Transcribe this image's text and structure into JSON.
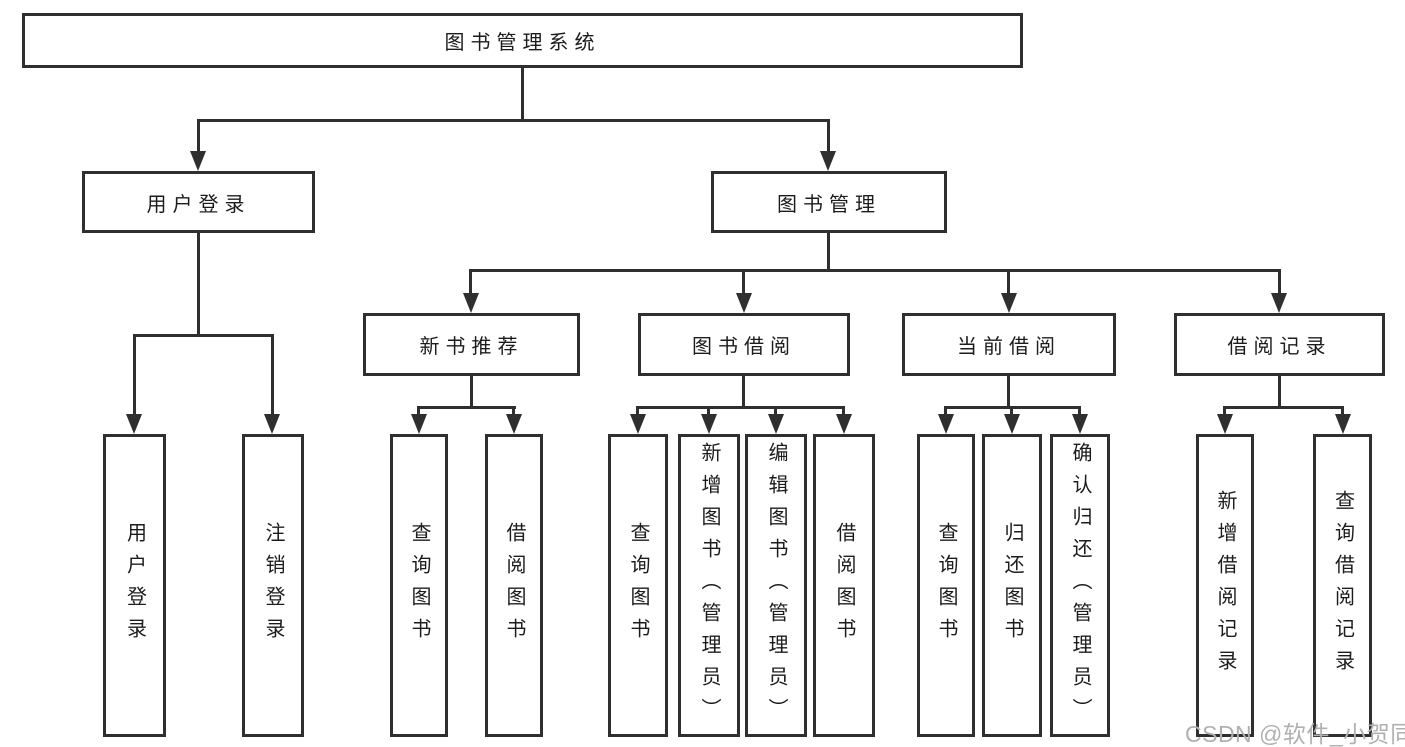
{
  "diagram": {
    "root": {
      "label": "图书管理系统"
    },
    "branches": [
      {
        "label": "用户登录",
        "children": [
          {
            "label": "用户登录"
          },
          {
            "label": "注销登录"
          }
        ]
      },
      {
        "label": "图书管理",
        "children": [
          {
            "label": "新书推荐",
            "children": [
              {
                "label": "查询图书"
              },
              {
                "label": "借阅图书"
              }
            ]
          },
          {
            "label": "图书借阅",
            "children": [
              {
                "label": "查询图书"
              },
              {
                "label": "新增图书（管理员）"
              },
              {
                "label": "编辑图书（管理员）"
              },
              {
                "label": "借阅图书"
              }
            ]
          },
          {
            "label": "当前借阅",
            "children": [
              {
                "label": "查询图书"
              },
              {
                "label": "归还图书"
              },
              {
                "label": "确认归还（管理员）"
              }
            ]
          },
          {
            "label": "借阅记录",
            "children": [
              {
                "label": "新增借阅记录"
              },
              {
                "label": "查询借阅记录"
              }
            ]
          }
        ]
      }
    ]
  },
  "watermark": {
    "label": "CSDN @软件_小贺同学"
  },
  "colors": {
    "line": "#2f2f2f",
    "text": "#1c1c1c",
    "box_bg": "#ffffff",
    "page_bg": "#ffffff",
    "watermark": "#b0b0b0"
  }
}
